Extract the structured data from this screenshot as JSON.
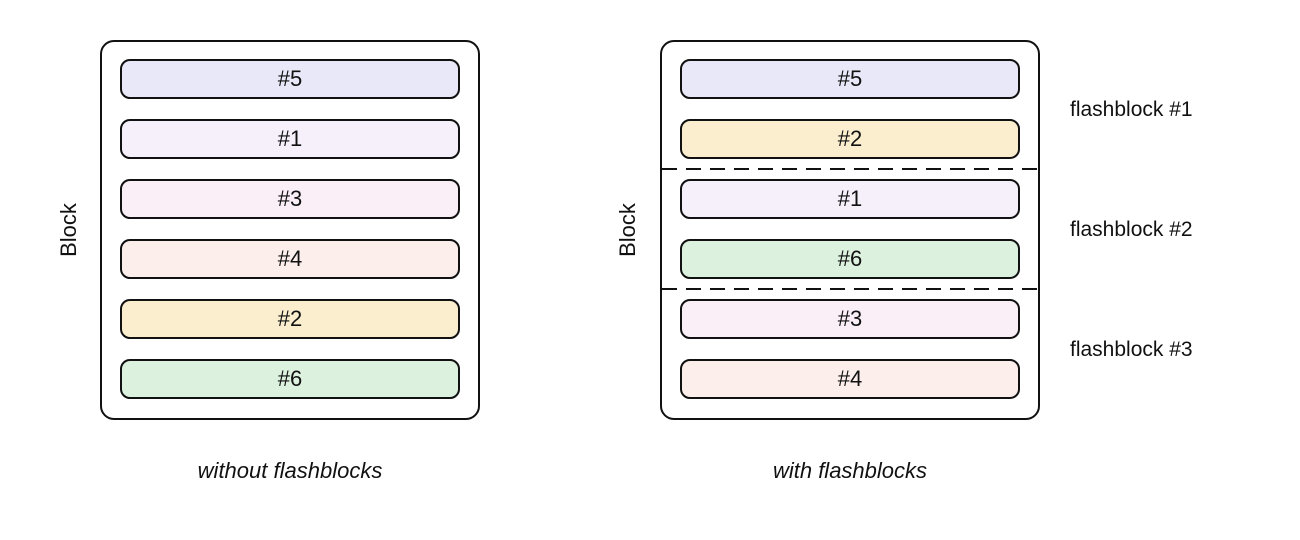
{
  "diagram": {
    "left_panel": {
      "axis_label": "Block",
      "caption": "without flashblocks",
      "rows": [
        {
          "label": "#5",
          "color": "#e8e8f8"
        },
        {
          "label": "#1",
          "color": "#f5f0fa"
        },
        {
          "label": "#3",
          "color": "#faeff7"
        },
        {
          "label": "#4",
          "color": "#fceeea"
        },
        {
          "label": "#2",
          "color": "#faeecf"
        },
        {
          "label": "#6",
          "color": "#ddf2de"
        }
      ]
    },
    "right_panel": {
      "axis_label": "Block",
      "caption": "with flashblocks",
      "groups": [
        {
          "label": "flashblock #1",
          "rows": [
            {
              "label": "#5",
              "color": "#e8e8f8"
            },
            {
              "label": "#2",
              "color": "#faeecf"
            }
          ]
        },
        {
          "label": "flashblock #2",
          "rows": [
            {
              "label": "#1",
              "color": "#f5f0fa"
            },
            {
              "label": "#6",
              "color": "#ddf2de"
            }
          ]
        },
        {
          "label": "flashblock #3",
          "rows": [
            {
              "label": "#3",
              "color": "#faeff7"
            },
            {
              "label": "#4",
              "color": "#fceeea"
            }
          ]
        }
      ]
    },
    "colors": {
      "border": "#111111",
      "text": "#111111",
      "background": "#ffffff"
    }
  }
}
